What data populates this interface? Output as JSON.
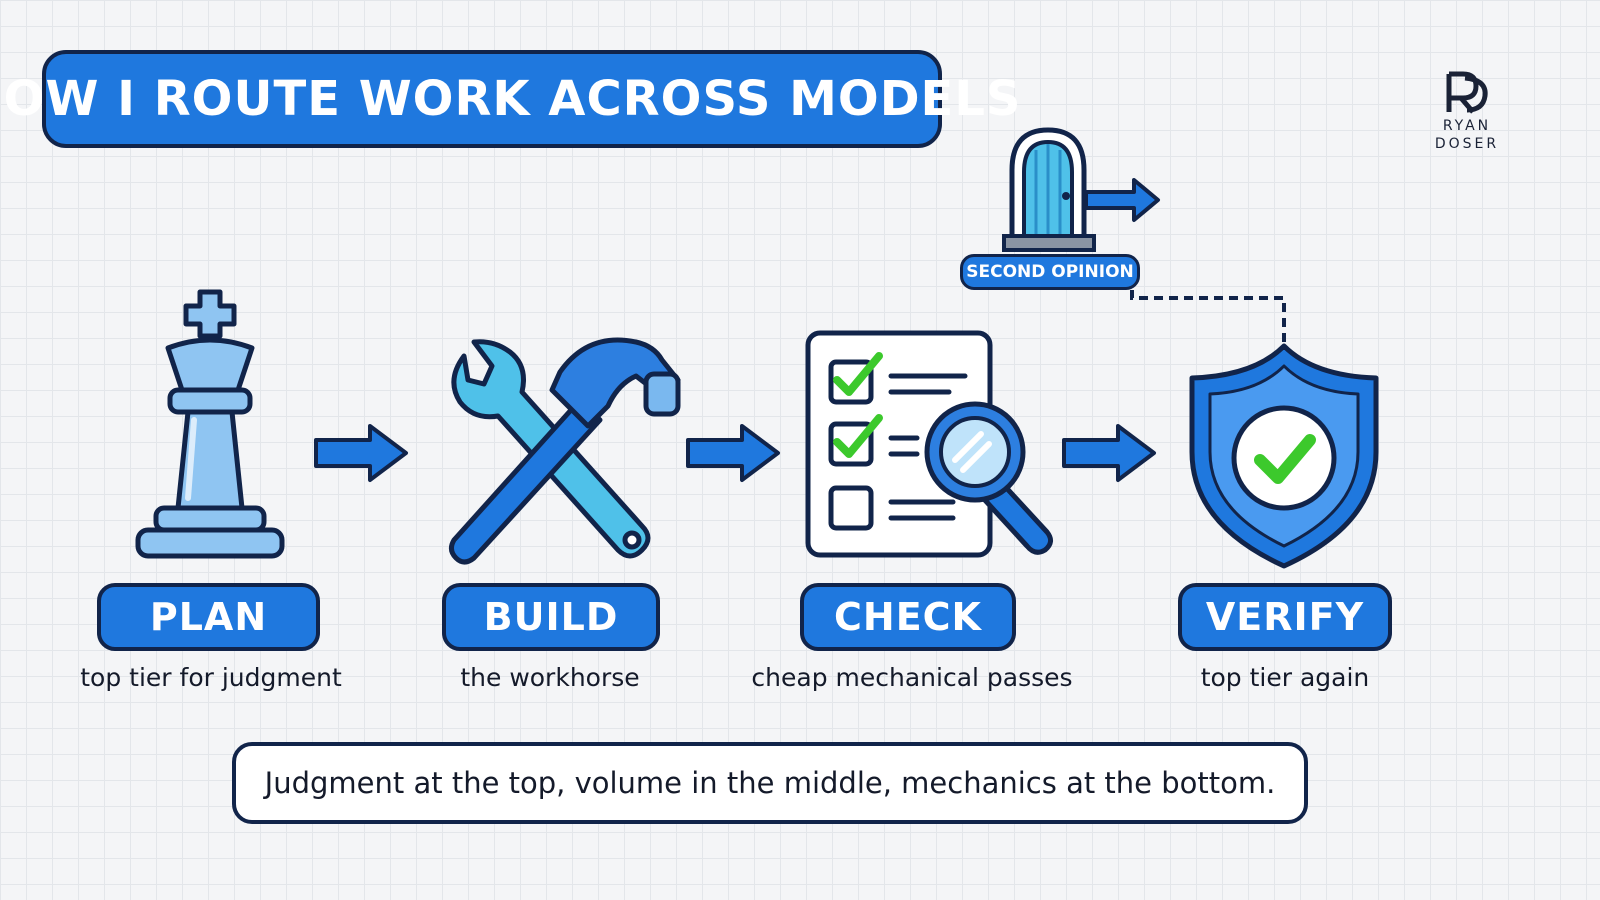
{
  "title": "HOW I ROUTE WORK ACROSS MODELS",
  "logo": {
    "monogram": "RD",
    "name_line1": "RYAN",
    "name_line2": "DOSER"
  },
  "stages": [
    {
      "label": "PLAN",
      "subtitle": "top tier for judgment",
      "icon": "chess-king-icon"
    },
    {
      "label": "BUILD",
      "subtitle": "the workhorse",
      "icon": "wrench-and-hammer-icon"
    },
    {
      "label": "CHECK",
      "subtitle": "cheap mechanical passes",
      "icon": "checklist-magnifier-icon"
    },
    {
      "label": "VERIFY",
      "subtitle": "top tier again",
      "icon": "shield-check-icon"
    }
  ],
  "second_opinion": {
    "label": "SECOND OPINION",
    "icon": "door-exit-icon"
  },
  "footer": "Judgment at the top, volume in the middle, mechanics at the bottom.",
  "colors": {
    "primary_blue": "#1f78de",
    "light_blue": "#8fc5f2",
    "outline": "#11244a",
    "check_green": "#3cc92c"
  }
}
